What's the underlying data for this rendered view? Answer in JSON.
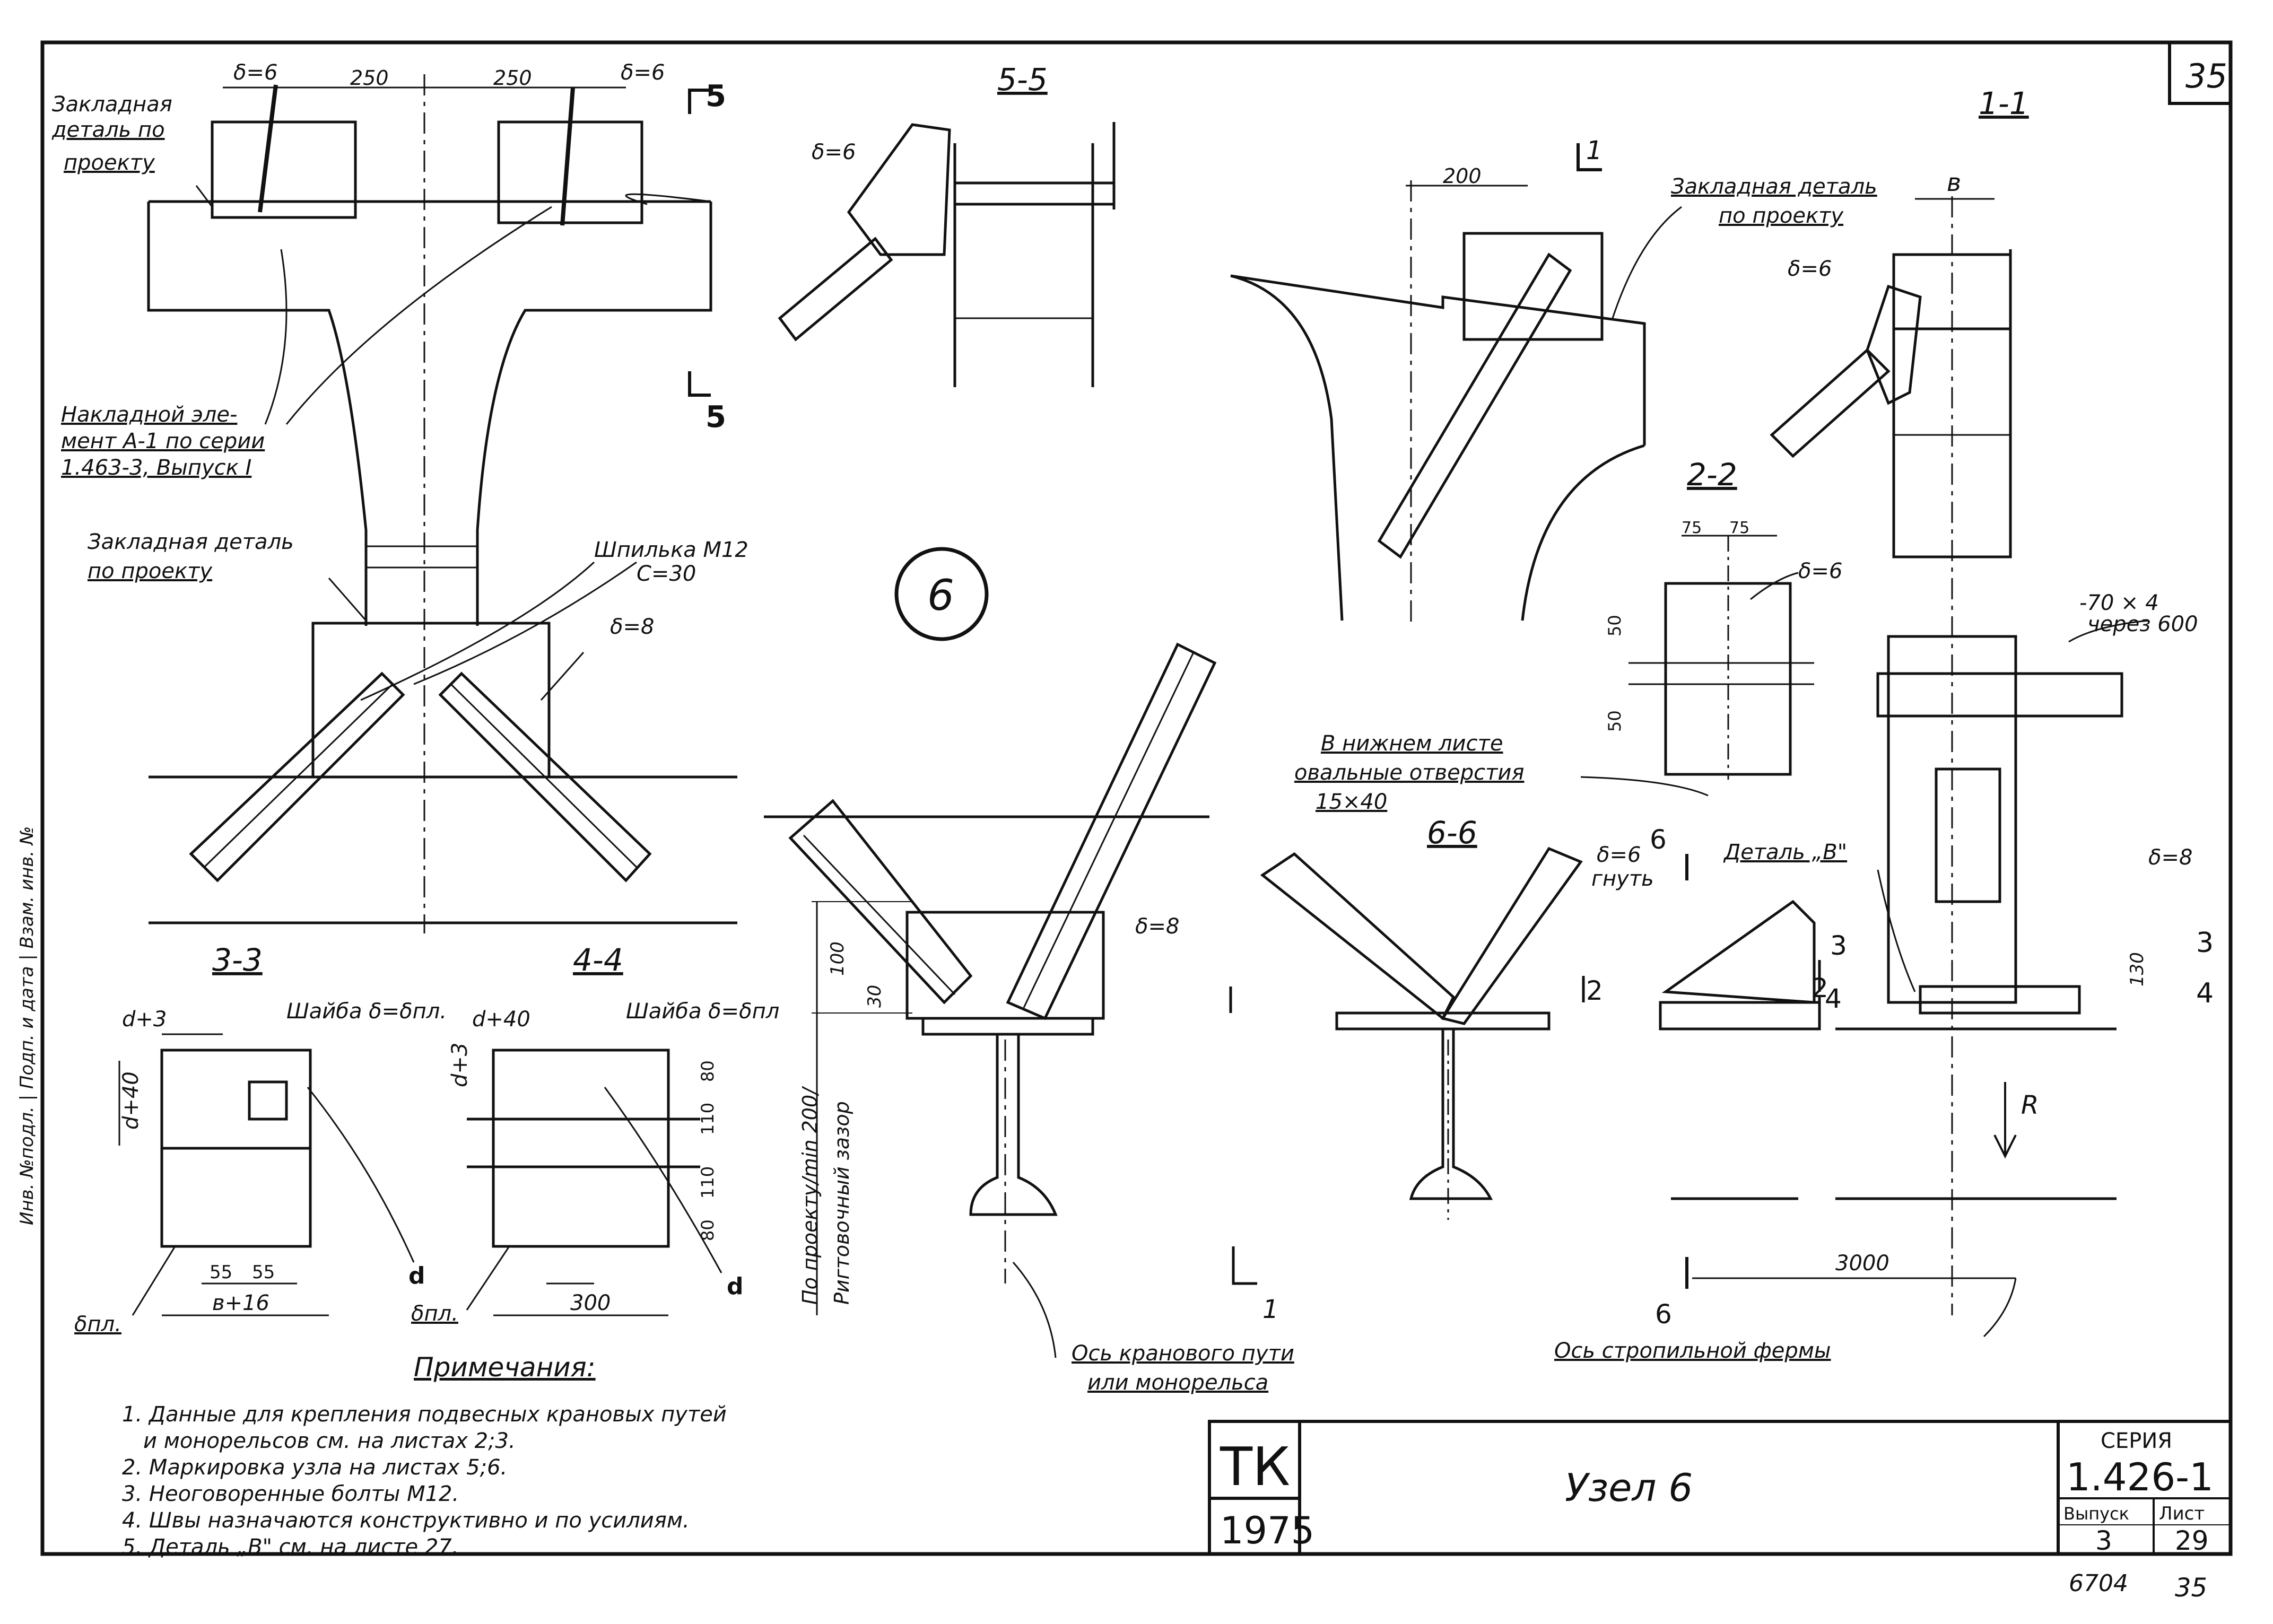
{
  "sheet": {
    "page_number": "35",
    "node_mark": "6",
    "bottom_codes": [
      "6704",
      "35"
    ]
  },
  "title_block": {
    "org": "ТК",
    "year": "1975",
    "title": "Узел 6",
    "series_label": "СЕРИЯ",
    "series": "1.426-1",
    "issue_label": "Выпуск",
    "issue": "3",
    "sheet_label": "Лист",
    "sheet_no": "29"
  },
  "sections": {
    "s55": "5-5",
    "s11": "1-1",
    "s22": "2-2",
    "s33": "3-3",
    "s44": "4-4",
    "s66": "6-6"
  },
  "labels": {
    "zaklad_top_1": "Закладная",
    "zaklad_top_2": "деталь по",
    "zaklad_top_3": "проекту",
    "nakladnoy_1": "Накладной эле-",
    "nakladnoy_2": "мент А-1 по серии",
    "nakladnoy_3": "1.463-3, Выпуск I",
    "zaklad_mid_1": "Закладная деталь",
    "zaklad_mid_2": "по проекту",
    "shpilka_1": "Шпилька М12",
    "shpilka_2": "С=30",
    "zaklad_right_1": "Закладная деталь",
    "zaklad_right_2": "по проекту",
    "niz_list_1": "В нижнем листе",
    "niz_list_2": "овальные отверстия",
    "niz_list_3": "15×40",
    "detal_v": "Деталь „В\"",
    "gnut_1": "δ=6",
    "gnut_2": "гнуть",
    "plate_70": "-70 × 4",
    "plate_70b": "через 600",
    "shaiba_33": "Шайба δ=δпл.",
    "shaiba_44": "Шайба δ=δпл",
    "dpl_33": "δпл.",
    "dpl_44": "δпл.",
    "d_mark": "d",
    "vert_1": "По проекту/min 200/",
    "vert_2": "Ригтовочный зазор",
    "os_kran_1": "Ось кранового пути",
    "os_kran_2": "или монорельса",
    "os_strop": "Ось стропильной фермы",
    "left_margin": "Инв. №подл. | Подп. и дата | Взам. инв. №",
    "r_mark": "R"
  },
  "dims": {
    "d250a": "250",
    "d250b": "250",
    "delta6a": "δ=6",
    "delta6b": "δ=6",
    "delta6c": "δ=6",
    "delta6d": "δ=6",
    "delta6e": "δ=6",
    "delta8a": "δ=8",
    "delta8b": "δ=8",
    "delta8c": "δ=8",
    "d200": "200",
    "b_top": "в",
    "d75": "75",
    "d75b": "75",
    "d50a": "50",
    "d50b": "50",
    "d100": "100",
    "d30": "30",
    "d130": "130",
    "d3000": "3000",
    "d3plus": "d+3",
    "d40plus": "d+40",
    "d40plus_b": "d+40",
    "d3plus_b": "d+3",
    "d55a": "55",
    "d55b": "55",
    "b16": "в+16",
    "d300": "300",
    "d80a": "80",
    "d110a": "110",
    "d110b": "110",
    "d80b": "80",
    "cut5": "5",
    "cut1": "1",
    "cut6": "6",
    "cut2": "2",
    "cut3": "3",
    "cut4": "4"
  },
  "notes": {
    "heading": "Примечания:",
    "items": [
      "1. Данные для крепления подвесных крановых путей",
      "и монорельсов см. на листах 2;3.",
      "2. Маркировка узла на листах 5;6.",
      "3. Неоговоренные болты М12.",
      "4. Швы назначаются конструктивно и по усилиям.",
      "5. Деталь „В\" см. на листе 27."
    ]
  }
}
